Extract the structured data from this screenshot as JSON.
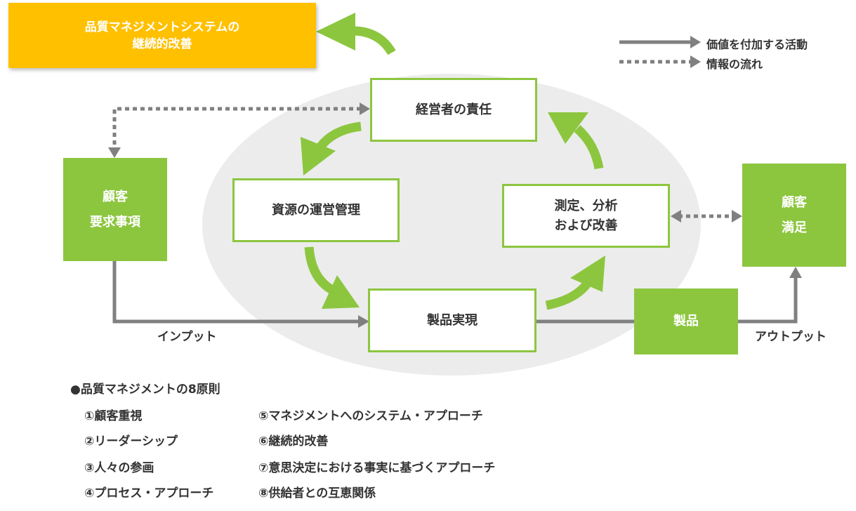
{
  "banner": {
    "line1": "品質マネジメントシステムの",
    "line2": "継続的改善"
  },
  "legend": {
    "solid_label": "価値を付加する活動",
    "dotted_label": "情報の流れ"
  },
  "boxes": {
    "management_responsibility": "経営者の責任",
    "resource_management": "資源の運営管理",
    "measurement": {
      "line1": "測定、分析",
      "line2": "および改善"
    },
    "product_realization": "製品実現",
    "customer_requirements": {
      "line1": "顧客",
      "line2": "要求事項"
    },
    "customer_satisfaction": {
      "line1": "顧客",
      "line2": "満足"
    },
    "product": "製品"
  },
  "flow_labels": {
    "input": "インプット",
    "output": "アウトプット"
  },
  "principles": {
    "heading": "●品質マネジメントの8原則",
    "items": [
      "①顧客重視",
      "②リーダーシップ",
      "③人々の参画",
      "④プロセス・アプローチ",
      "⑤マネジメントへのシステム・アプローチ",
      "⑥継続的改善",
      "⑦意思決定における事実に基づくアプローチ",
      "⑧供給者との互恵関係"
    ]
  },
  "colors": {
    "green": "#8cc63f",
    "orange": "#ffc000",
    "gray_line": "#808080",
    "ellipse": "#ececec"
  }
}
